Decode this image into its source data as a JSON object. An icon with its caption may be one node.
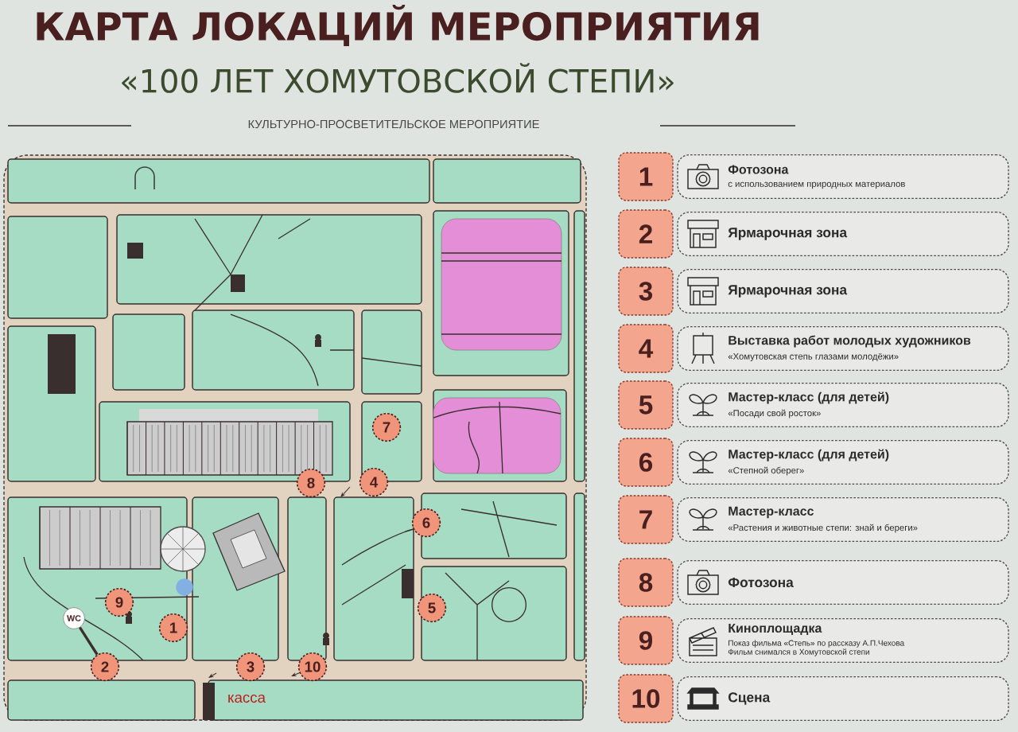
{
  "diagram": {
    "title": "КАРТА ЛОКАЦИЙ МЕРОПРИЯТИЯ",
    "nodes": [
      {
        "text": [
          "1"
        ]
      },
      {
        "text": [
          "2"
        ]
      },
      {
        "text": [
          "3"
        ]
      },
      {
        "text": [
          "4"
        ]
      },
      {
        "text": [
          "5"
        ]
      },
      {
        "text": [
          "6"
        ]
      },
      {
        "text": [
          "7"
        ]
      },
      {
        "text": [
          "8"
        ]
      },
      {
        "text": [
          "9"
        ]
      },
      {
        "text": [
          "10"
        ]
      },
      {
        "text": [
          "WC"
        ]
      },
      {
        "text": [
          "1"
        ]
      },
      {
        "text": [
          "Фотозона",
          "с использованием природных материалов"
        ]
      },
      {
        "text": [
          "2"
        ]
      },
      {
        "text": [
          "Ярмарочная зона"
        ]
      },
      {
        "text": [
          "3"
        ]
      },
      {
        "text": [
          "Ярмарочная зона"
        ]
      },
      {
        "text": [
          "4"
        ]
      },
      {
        "text": [
          "Выставка работ молодых художников",
          "«Хомутовская степь глазами молодёжи»"
        ]
      },
      {
        "text": [
          "5"
        ]
      },
      {
        "text": [
          "Мастер-класс (для детей)",
          "«Посади свой росток»"
        ]
      },
      {
        "text": [
          "6"
        ]
      },
      {
        "text": [
          "Мастер-класс (для детей)",
          "«Степной оберег»"
        ]
      },
      {
        "text": [
          "7"
        ]
      },
      {
        "text": [
          "Мастер-класс",
          "«Растения и животные степи: знай и береги»"
        ]
      },
      {
        "text": [
          "8"
        ]
      },
      {
        "text": [
          "Фотозона"
        ]
      },
      {
        "text": [
          "9"
        ]
      },
      {
        "text": [
          "Киноплощадка",
          "Показ фильма «Степь» по рассказу А.П.Чехова",
          "Фильм снимался в Хомутовской степи"
        ]
      },
      {
        "text": [
          "10"
        ]
      },
      {
        "text": [
          "Сцена"
        ]
      }
    ],
    "edges": [
      {
        "from": 10,
        "to": 1,
        "arrow": "none"
      }
    ],
    "labels": [
      "«100 ЛЕТ ХОМУТОВСКОЙ СТЕПИ»",
      "КУЛЬТУРНО-ПРОСВЕТИТЕЛЬСКОЕ МЕРОПРИЯТИЕ",
      "касса"
    ]
  }
}
